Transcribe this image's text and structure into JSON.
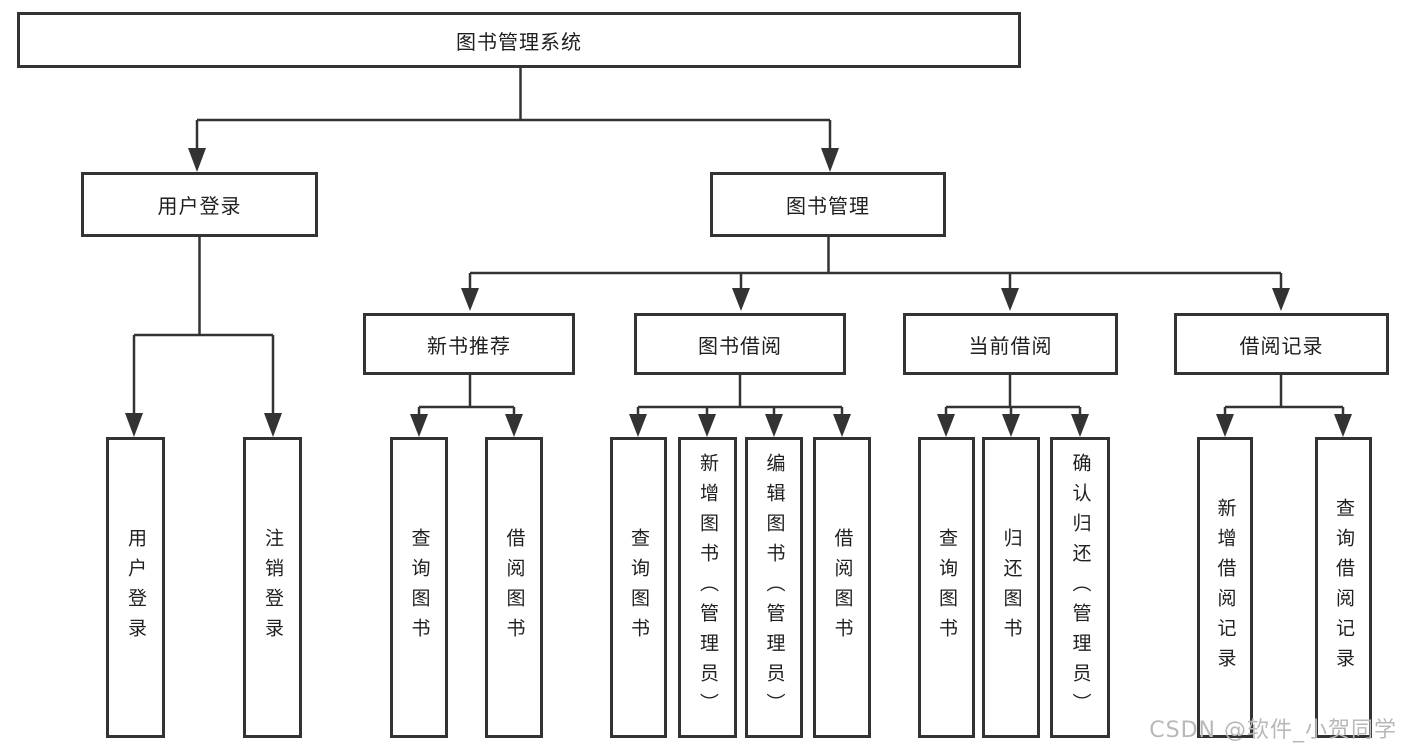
{
  "diagram": {
    "root": {
      "label": "图书管理系统"
    },
    "branches": [
      {
        "label": "用户登录",
        "children": [
          {
            "label": "用户登录"
          },
          {
            "label": "注销登录"
          }
        ]
      },
      {
        "label": "图书管理",
        "groups": [
          {
            "label": "新书推荐",
            "children": [
              {
                "label": "查询图书"
              },
              {
                "label": "借阅图书"
              }
            ]
          },
          {
            "label": "图书借阅",
            "children": [
              {
                "label": "查询图书"
              },
              {
                "label": "新增图书（管理员）"
              },
              {
                "label": "编辑图书（管理员）"
              },
              {
                "label": "借阅图书"
              }
            ]
          },
          {
            "label": "当前借阅",
            "children": [
              {
                "label": "查询图书"
              },
              {
                "label": "归还图书"
              },
              {
                "label": "确认归还（管理员）"
              }
            ]
          },
          {
            "label": "借阅记录",
            "children": [
              {
                "label": "新增借阅记录"
              },
              {
                "label": "查询借阅记录"
              }
            ]
          }
        ]
      }
    ]
  },
  "watermark": {
    "text": "CSDN @软件_小贺同学"
  },
  "colors": {
    "line": "#333333",
    "box_border": "#333333",
    "box_fill": "#ffffff",
    "text": "#1f1f1f",
    "watermark": "#b8b8b8"
  }
}
